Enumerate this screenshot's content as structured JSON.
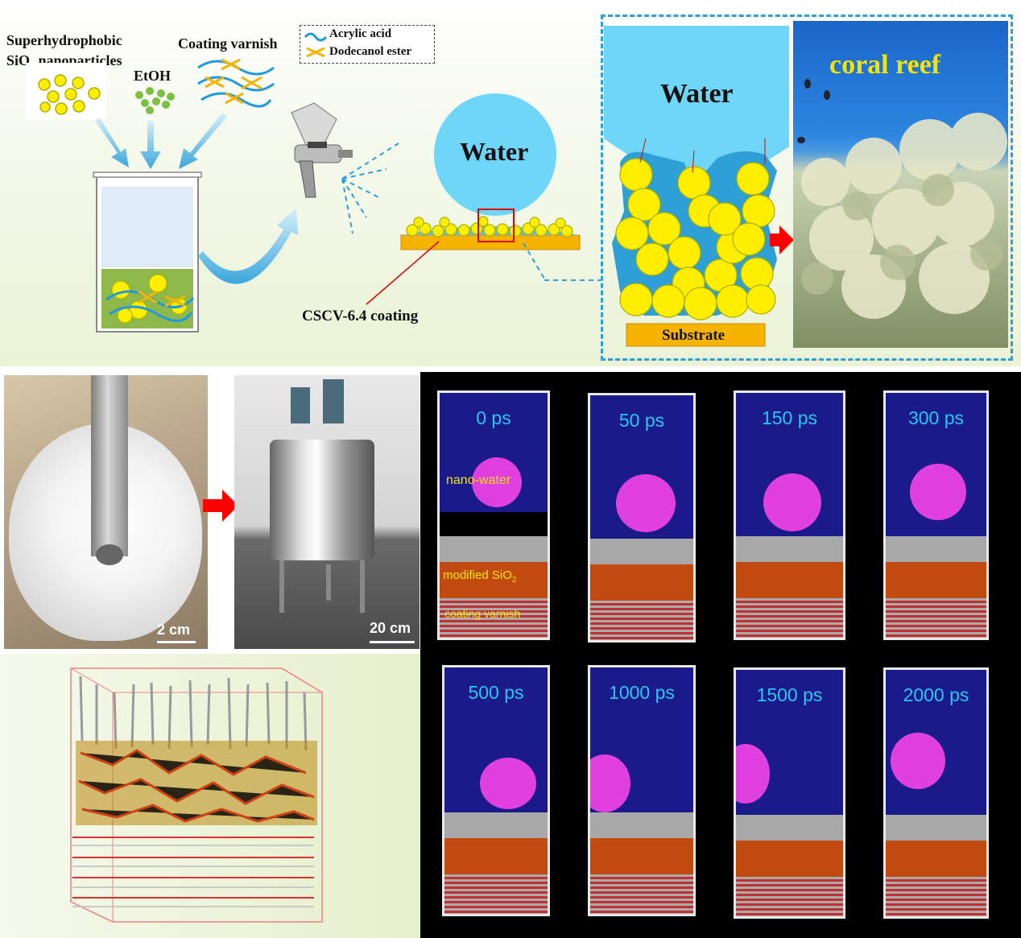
{
  "top": {
    "superhydrophobic_line1": "Superhydrophobic",
    "superhydrophobic_line2": "SiO",
    "superhydrophobic_sub": "2",
    "superhydrophobic_line2b": " nanoparticles",
    "etoh": "EtOH",
    "coating_varnish": "Coating varnish",
    "legend_acrylic": "Acrylic acid",
    "legend_dodecanol": "Dodecanol ester",
    "water_drop": "Water",
    "coating_label": "CSCV-6.4 coating",
    "zoom_water": "Water",
    "substrate": "Substrate",
    "coral_reef": "coral reef"
  },
  "photos": {
    "scale_left": "2 cm",
    "scale_right": "20 cm"
  },
  "md": {
    "labels": [
      "0 ps",
      "50 ps",
      "150 ps",
      "300 ps",
      "500 ps",
      "1000 ps",
      "1500 ps",
      "2000 ps"
    ],
    "nano_water": "nano-water",
    "modified_sio2": "modified SiO",
    "modified_sio2_sub": "2",
    "coating_varnish": "coating varnish"
  },
  "colors": {
    "water": "#6fd6f7",
    "particle": "#ffee00",
    "accent_blue": "#2ea0d6",
    "arrow_red": "#ff0000",
    "md_water": "#1a1a8a",
    "nanodrop": "#e040e0"
  }
}
